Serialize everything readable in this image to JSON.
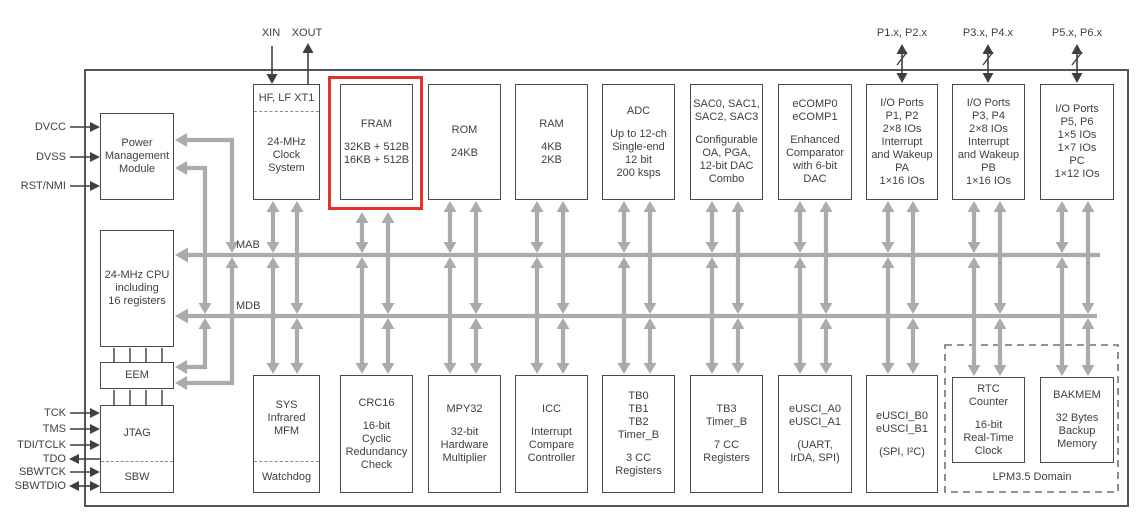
{
  "diagram": {
    "colors": {
      "highlight": "#e5332c",
      "arrow": "#a9abae",
      "border": "#4a4a4b",
      "text": "#3f3f40"
    },
    "bus_labels": {
      "mab": "MAB",
      "mdb": "MDB"
    },
    "lpm_domain_label": "LPM3.5 Domain",
    "top_pins": {
      "xin": "XIN",
      "xout": "XOUT",
      "p12": "P1.x, P2.x",
      "p34": "P3.x, P4.x",
      "p56": "P5.x, P6.x"
    },
    "left_pins": [
      "DVCC",
      "DVSS",
      "RST/NMI"
    ],
    "jtag_pins": [
      "TCK",
      "TMS",
      "TDI/TCLK",
      "TDO",
      "SBWTCK",
      "SBWTDIO"
    ],
    "blocks": {
      "pmm": {
        "sections": [
          [
            "Power",
            "Management",
            "Module"
          ]
        ]
      },
      "cpu": {
        "sections": [
          [
            "24-MHz CPU",
            "including",
            "16 registers"
          ]
        ]
      },
      "eem": {
        "sections": [
          [
            "EEM"
          ]
        ]
      },
      "jtag": {
        "sections": [
          [
            "JTAG"
          ],
          [
            "SBW"
          ]
        ]
      },
      "clock": {
        "sections": [
          [
            "HF, LF XT1"
          ],
          [
            "24-MHz",
            "Clock",
            "System"
          ]
        ]
      },
      "fram": {
        "sections": [
          [
            "FRAM",
            "",
            "32KB + 512B",
            "16KB + 512B"
          ]
        ]
      },
      "rom": {
        "sections": [
          [
            "ROM",
            "",
            "24KB"
          ]
        ]
      },
      "ram": {
        "sections": [
          [
            "RAM",
            "",
            "4KB",
            "2KB"
          ]
        ]
      },
      "adc": {
        "sections": [
          [
            "ADC",
            "",
            "Up to 12-ch",
            "Single-end",
            "12 bit",
            "200 ksps"
          ]
        ]
      },
      "sac": {
        "sections": [
          [
            "SAC0, SAC1,",
            "SAC2, SAC3",
            "",
            "Configurable",
            "OA, PGA,",
            "12-bit DAC",
            "Combo"
          ]
        ]
      },
      "ecomp": {
        "sections": [
          [
            "eCOMP0",
            "eCOMP1",
            "",
            "Enhanced",
            "Comparator",
            "with 6-bit",
            "DAC"
          ]
        ]
      },
      "p12": {
        "sections": [
          [
            "I/O Ports",
            "P1, P2",
            "2×8 IOs",
            "Interrupt",
            "and Wakeup",
            "PA",
            "1×16 IOs"
          ]
        ]
      },
      "p34": {
        "sections": [
          [
            "I/O Ports",
            "P3, P4",
            "2×8 IOs",
            "Interrupt",
            "and Wakeup",
            "PB",
            "1×16 IOs"
          ]
        ]
      },
      "p56": {
        "sections": [
          [
            "I/O Ports",
            "P5, P6",
            "1×5 IOs",
            "1×7 IOs",
            "PC",
            "1×12 IOs"
          ]
        ]
      },
      "sys": {
        "sections": [
          [
            "SYS",
            "Infrared",
            "MFM"
          ],
          [
            "Watchdog"
          ]
        ]
      },
      "crc": {
        "sections": [
          [
            "CRC16",
            "",
            "16-bit",
            "Cyclic",
            "Redundancy",
            "Check"
          ]
        ]
      },
      "mpy": {
        "sections": [
          [
            "MPY32",
            "",
            "32-bit",
            "Hardware",
            "Multiplier"
          ]
        ]
      },
      "icc": {
        "sections": [
          [
            "ICC",
            "",
            "Interrupt",
            "Compare",
            "Controller"
          ]
        ]
      },
      "tb012": {
        "sections": [
          [
            "TB0",
            "TB1",
            "TB2",
            "Timer_B",
            "",
            "3 CC",
            "Registers"
          ]
        ]
      },
      "tb3": {
        "sections": [
          [
            "TB3",
            "Timer_B",
            "",
            "7 CC",
            "Registers"
          ]
        ]
      },
      "eusci_a": {
        "sections": [
          [
            "eUSCI_A0",
            "eUSCI_A1",
            "",
            "(UART,",
            "IrDA, SPI)"
          ]
        ]
      },
      "eusci_b": {
        "sections": [
          [
            "eUSCI_B0",
            "eUSCI_B1",
            "",
            "(SPI, I²C)"
          ]
        ]
      },
      "rtc": {
        "sections": [
          [
            "RTC",
            "Counter",
            "",
            "16-bit",
            "Real-Time",
            "Clock"
          ]
        ]
      },
      "bakmem": {
        "sections": [
          [
            "BAKMEM",
            "",
            "32 Bytes",
            "Backup",
            "Memory"
          ]
        ]
      }
    }
  }
}
